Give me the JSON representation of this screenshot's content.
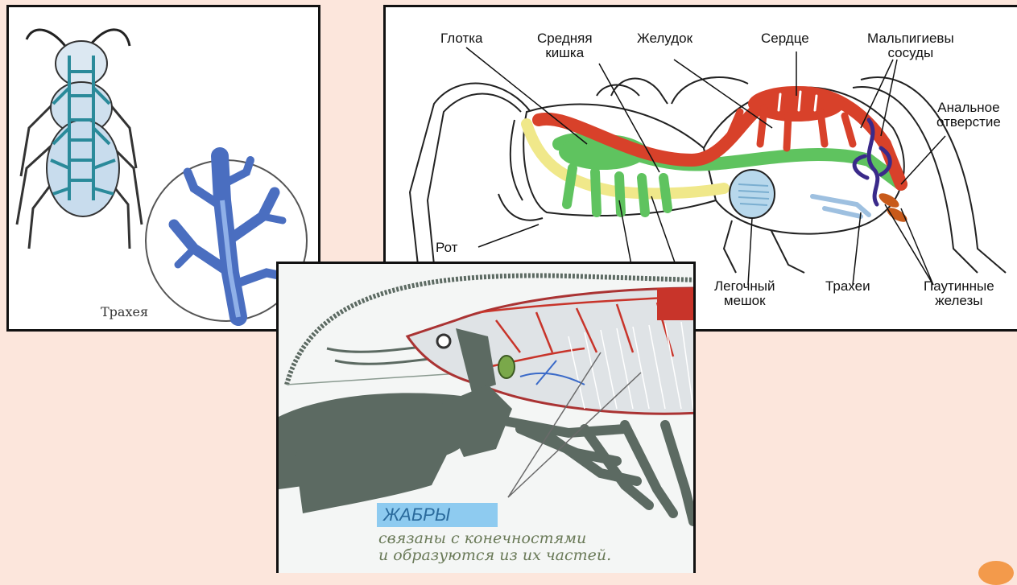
{
  "panels": {
    "cockroach": {
      "label": "Трахея"
    },
    "spider": {
      "labels": {
        "pharynx": "Глотка",
        "midgut": "Средняя\nкишка",
        "stomach": "Желудок",
        "heart": "Сердце",
        "malpighian": "Мальпигиевы\nсосуды",
        "anus": "Анальное\nотверстие",
        "mouth": "Рот",
        "lung": "Легочный\nмешок",
        "tracheae": "Трахеи",
        "silk_glands": "Паутинные\nжелезы"
      }
    },
    "crayfish": {
      "title": "ЖАБРЫ",
      "description": "связаны с конечностями\nи образуются из их частей."
    }
  },
  "colors": {
    "background": "#fce6dc",
    "heart": "#d8412a",
    "gut": "#5fc35f",
    "pharynx": "#f0e88a",
    "malpighian": "#3a2a8a",
    "lung": "#b8d8ec",
    "trachea": "#5d86c9",
    "gills_highlight": "#8ecbf0",
    "accent": "#f39a4b"
  }
}
